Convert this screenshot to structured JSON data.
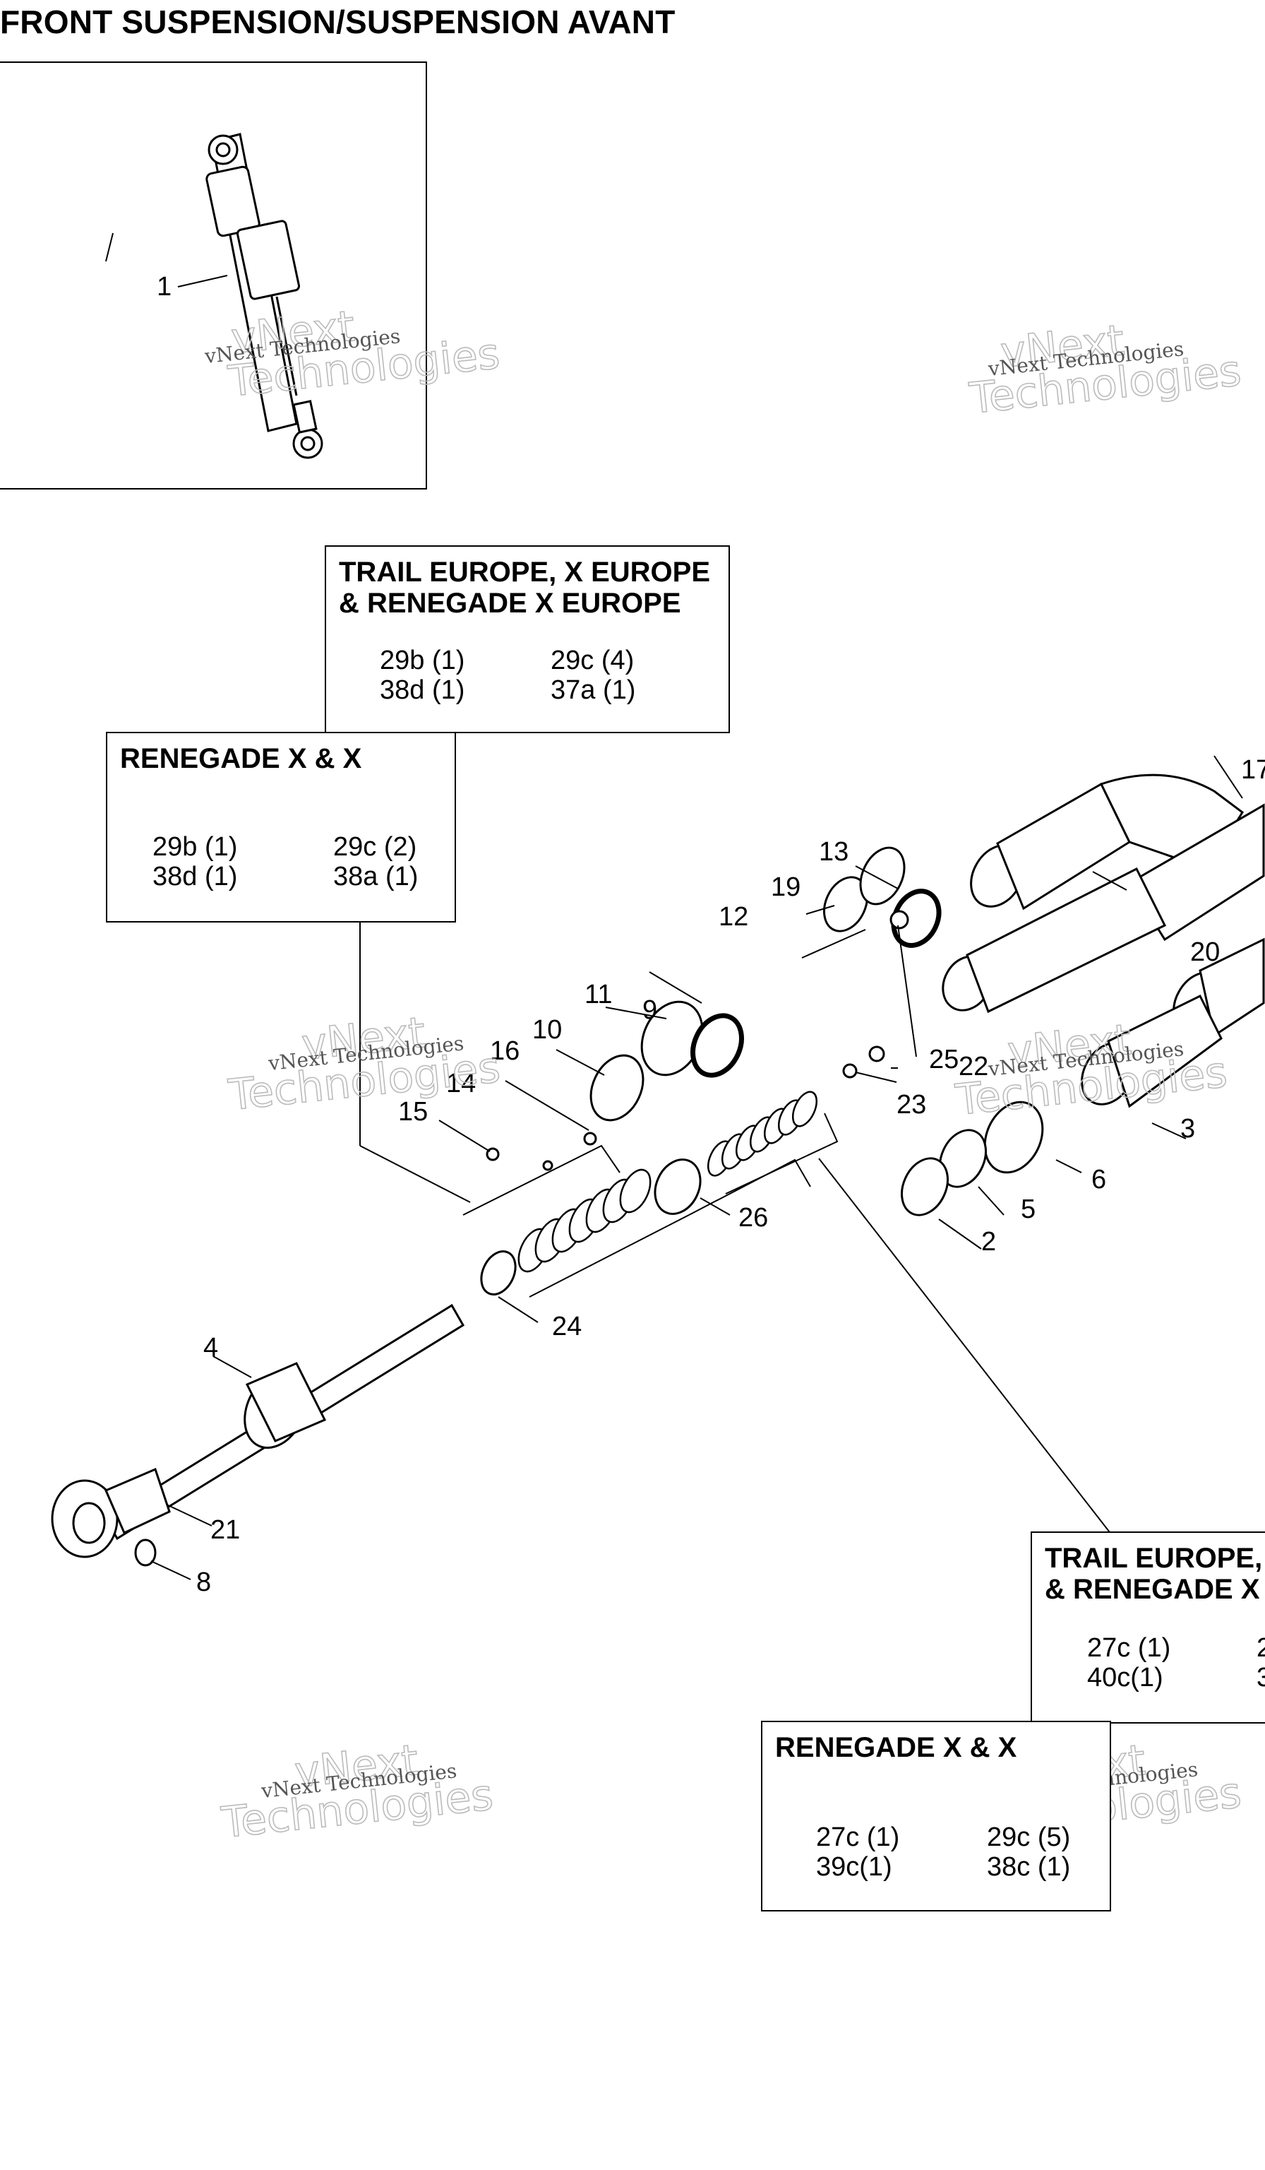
{
  "title": "FRONT SUSPENSION/SUSPENSION AVANT",
  "callouts": [
    "1",
    "2",
    "3",
    "4",
    "5",
    "6",
    "8",
    "9",
    "10",
    "11",
    "12",
    "13",
    "14",
    "15",
    "16",
    "17",
    "19",
    "20",
    "21",
    "22",
    "23",
    "24",
    "25",
    "26"
  ],
  "watermark": {
    "line1": "vNext Technologies",
    "line2": "vNext",
    "line3": "Technologies"
  },
  "tables": {
    "trail_top": {
      "heading1": "TRAIL EUROPE, X EUROPE",
      "heading2": "& RENEGADE X EUROPE",
      "rows": [
        [
          "29b (1)",
          "29c (4)"
        ],
        [
          "38d (1)",
          "37a (1)"
        ]
      ]
    },
    "renegade_top": {
      "heading1": "RENEGADE X & X",
      "rows": [
        [
          "29b (1)",
          "29c (2)"
        ],
        [
          "38d (1)",
          "38a (1)"
        ]
      ]
    },
    "trail_bottom": {
      "heading1": "TRAIL EUROPE,",
      "heading2": "& RENEGADE X",
      "rows": [
        [
          "27c (1)",
          "2"
        ],
        [
          "40c(1)",
          "3"
        ]
      ]
    },
    "renegade_bottom": {
      "heading1": "RENEGADE X & X",
      "rows": [
        [
          "27c (1)",
          "29c (5)"
        ],
        [
          "39c(1)",
          "38c (1)"
        ]
      ]
    }
  }
}
